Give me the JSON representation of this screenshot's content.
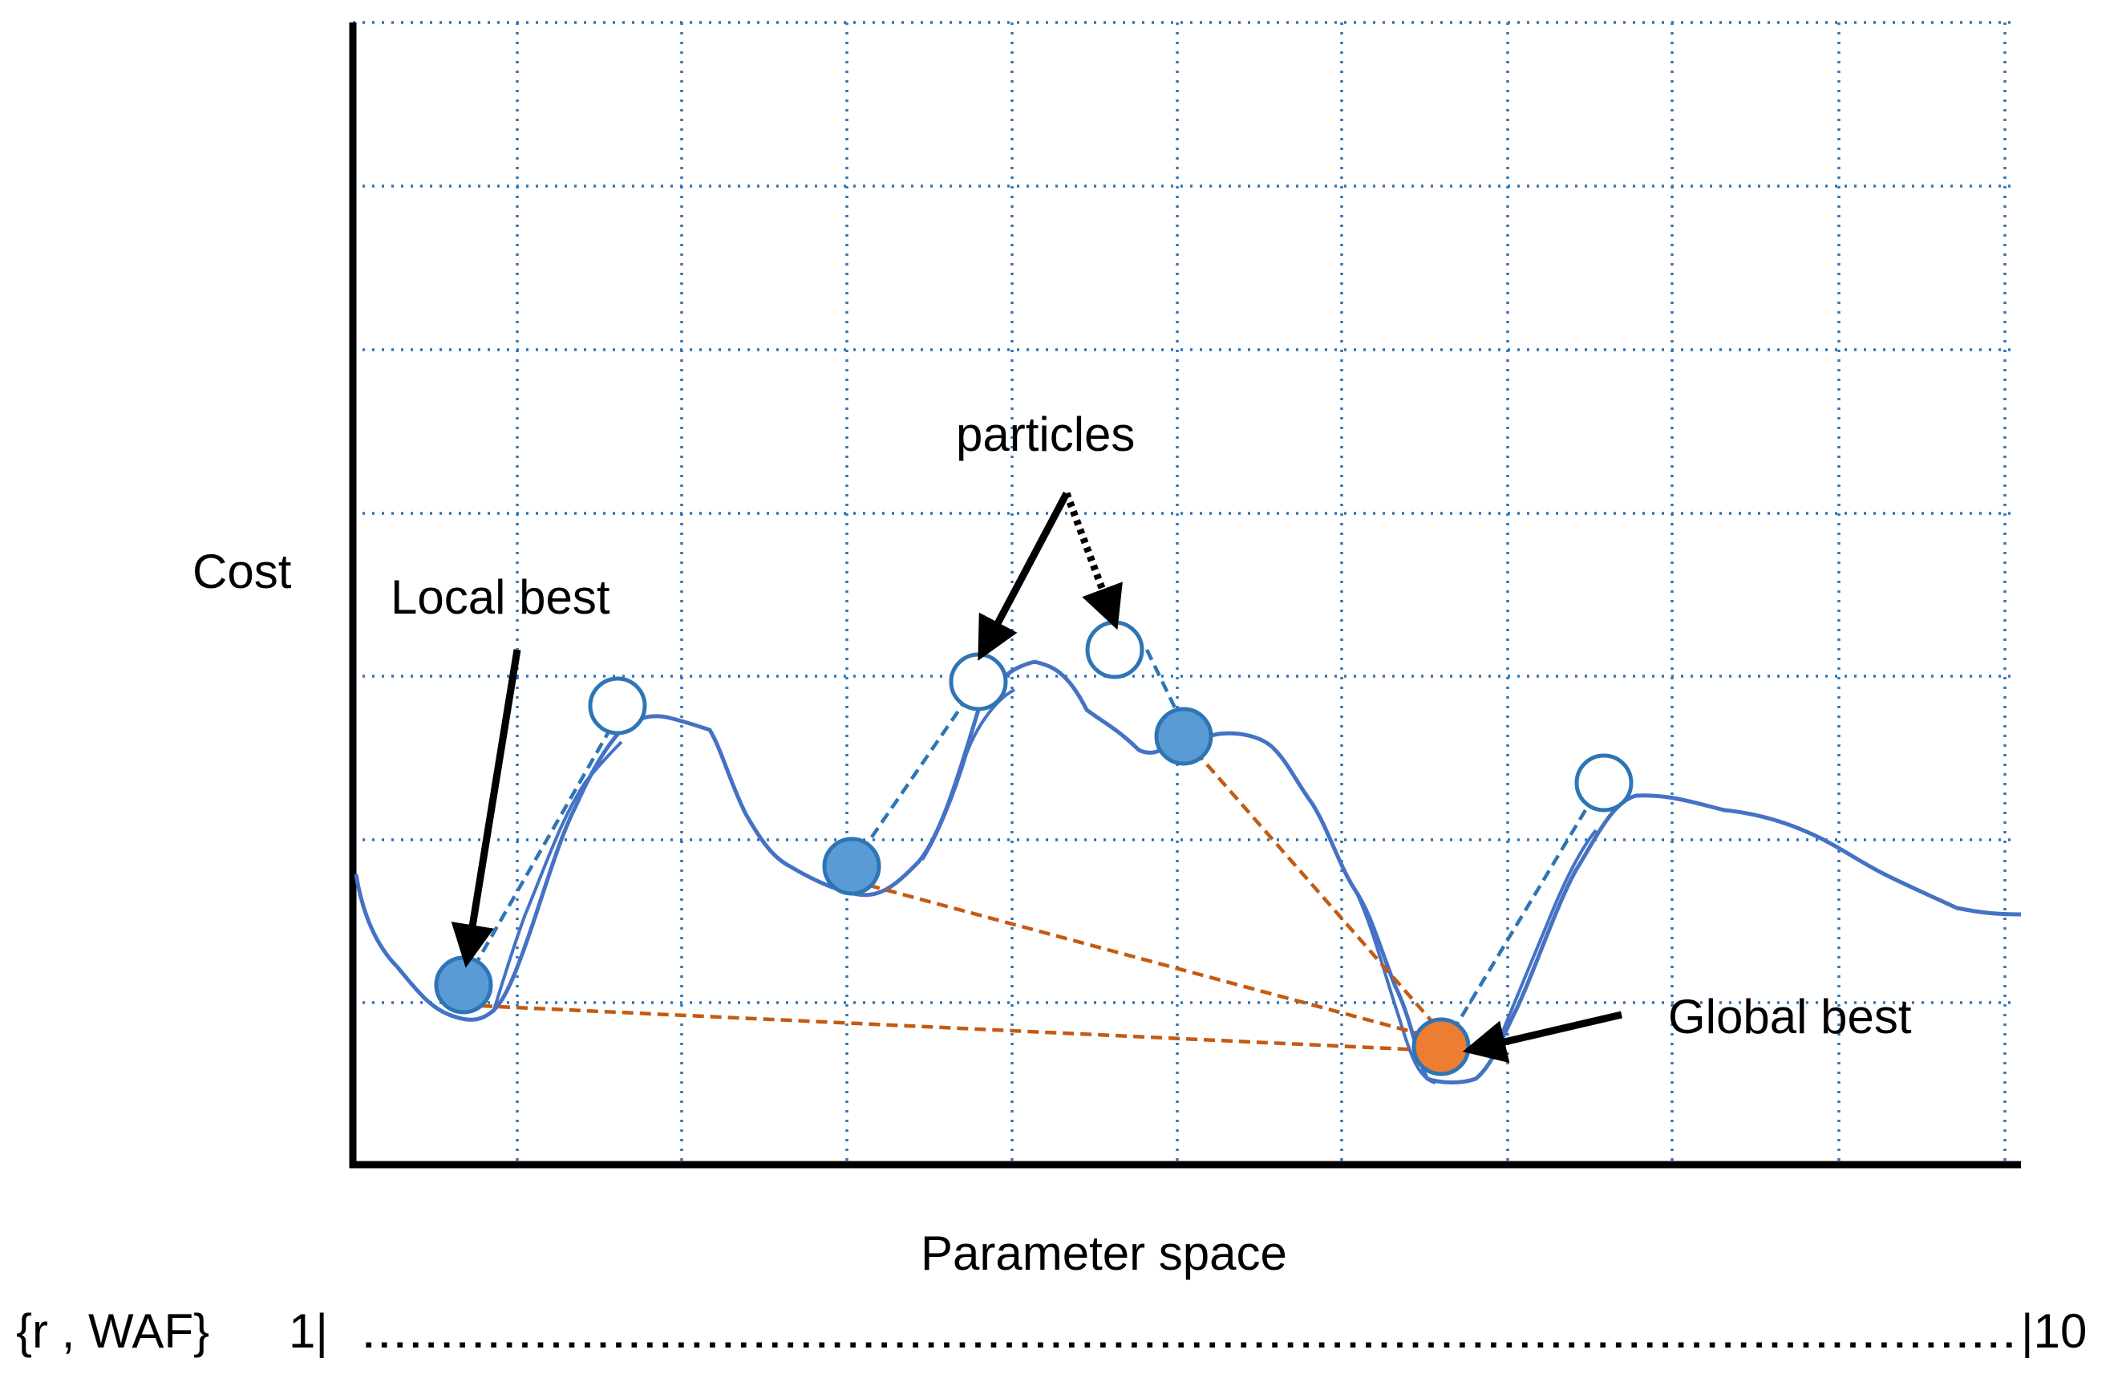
{
  "labels": {
    "y_axis": "Cost",
    "x_axis": "Parameter space",
    "local_best": "Local best",
    "particles": "particles",
    "global_best": "Global best",
    "range_param": "{r , WAF}",
    "range_start": "1|",
    "range_dots": "..........................................................................................................",
    "range_end": "|10"
  },
  "colors": {
    "grid": "#2e75b6",
    "curve": "#4472c4",
    "particle_fill": "#5b9bd5",
    "particle_stroke": "#2e75b6",
    "global_best_fill": "#ed7d31",
    "link_blue": "#2e75b6",
    "link_orange": "#c55a11",
    "axis": "#000000"
  },
  "icons": {
    "arrow": "black-arrow-icon",
    "dotted_arrow": "dotted-arrow-icon"
  }
}
